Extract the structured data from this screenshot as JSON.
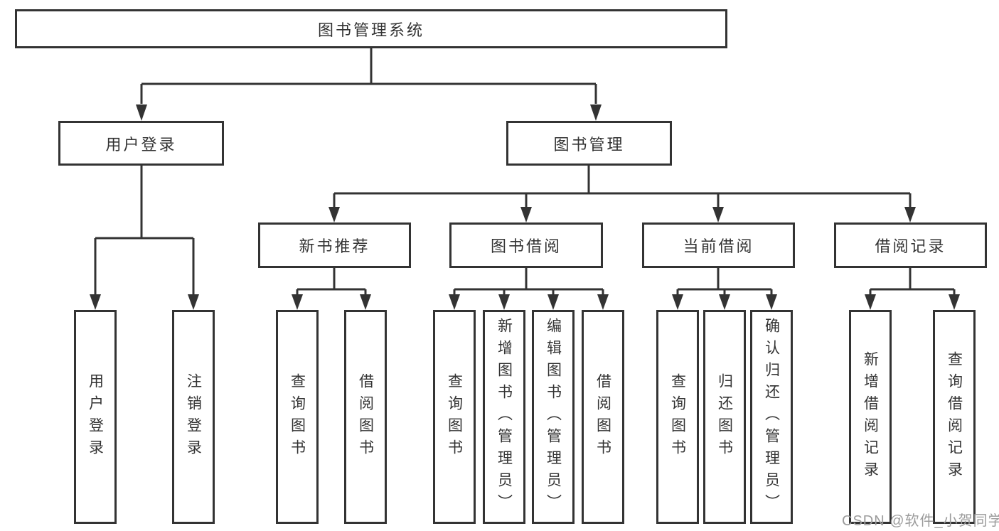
{
  "tree": {
    "root": {
      "label": "图书管理系统"
    },
    "branches": [
      {
        "label": "用户登录",
        "children": [
          {
            "label": "用户登录"
          },
          {
            "label": "注销登录"
          }
        ]
      },
      {
        "label": "图书管理",
        "children": [
          {
            "label": "新书推荐",
            "children": [
              {
                "label": "查询图书"
              },
              {
                "label": "借阅图书"
              }
            ]
          },
          {
            "label": "图书借阅",
            "children": [
              {
                "label": "查询图书"
              },
              {
                "label": "新增图书（管理员）"
              },
              {
                "label": "编辑图书（管理员）"
              },
              {
                "label": "借阅图书"
              }
            ]
          },
          {
            "label": "当前借阅",
            "children": [
              {
                "label": "查询图书"
              },
              {
                "label": "归还图书"
              },
              {
                "label": "确认归还（管理员）"
              }
            ]
          },
          {
            "label": "借阅记录",
            "children": [
              {
                "label": "新增借阅记录"
              },
              {
                "label": "查询借阅记录"
              }
            ]
          }
        ]
      }
    ]
  },
  "watermark": {
    "text": "CSDN @软件_小贺同学",
    "color": "#9b9b9b"
  },
  "colors": {
    "border": "#333333",
    "line": "#333333",
    "text": "#333333",
    "background": "#ffffff"
  }
}
